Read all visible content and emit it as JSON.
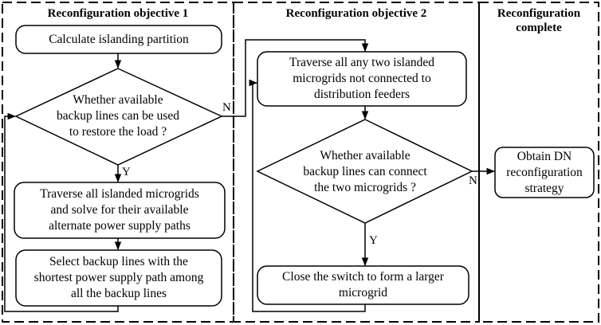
{
  "sections": {
    "objective1": "Reconfiguration objective 1",
    "objective2": "Reconfiguration objective 2",
    "complete": "Reconfiguration\ncomplete"
  },
  "nodes": {
    "calc_partition": "Calculate islanding partition",
    "decision_backup_restore": "Whether available\nbackup lines can be used\nto restore the load ?",
    "traverse_islanded": "Traverse all islanded microgrids\nand solve for their available\nalternate power supply paths",
    "select_backup": "Select backup lines with the\nshortest power supply path among\nall the backup lines",
    "traverse_pairs": "Traverse all any two islanded\nmicrogrids not connected to\ndistribution feeders",
    "decision_connect": "Whether available\nbackup lines can connect\nthe two microgrids ?",
    "close_switch": "Close the switch to form a larger\nmicrogrid",
    "obtain_strategy": "Obtain DN\nreconfiguration\nstrategy"
  },
  "edge_labels": {
    "d1_yes": "Y",
    "d1_no": "N",
    "d2_yes": "Y",
    "d2_no": "N"
  }
}
